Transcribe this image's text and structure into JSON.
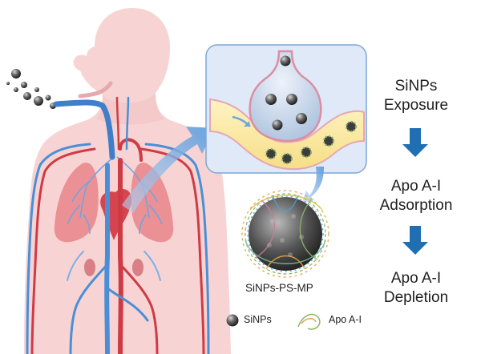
{
  "flow": {
    "step1": {
      "line1": "SiNPs",
      "line2": "Exposure"
    },
    "step2": {
      "line1": "Apo A-I",
      "line2": "Adsorption"
    },
    "step3": {
      "line1": "Apo A-I",
      "line2": "Depletion"
    }
  },
  "nanoparticle": {
    "label": "SiNPs-PS-MP"
  },
  "legend": {
    "sinps": "SiNPs",
    "apo": "Apo A-I"
  },
  "colors": {
    "arrow_blue": "#1f6fb2",
    "body_pink": "#f6d3d2",
    "lung_red": "#e98a8f",
    "vessel_blue": "#4a8fd6",
    "vessel_red": "#cf3b45",
    "inset_bg": "#dde8f7",
    "inset_border": "#7ea6d8"
  }
}
